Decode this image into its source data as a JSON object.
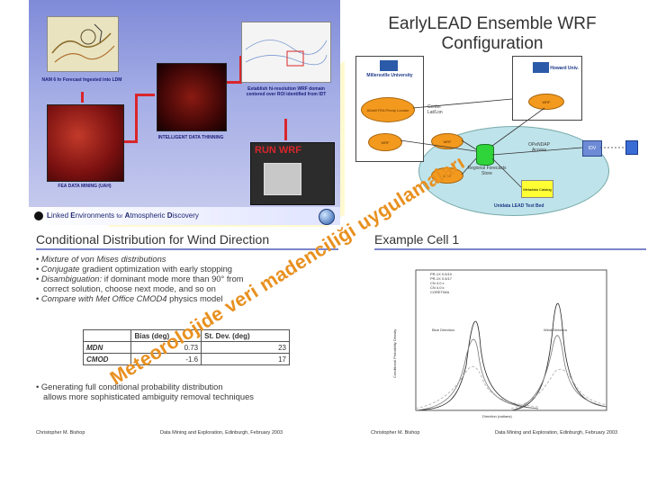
{
  "slide_lead": {
    "caption_nam": "NAM 6 hr Forecast Ingested into LDM",
    "caption_fea": "FEA DATA MINING (UAH)",
    "caption_thin": "INTELLIGENT DATA THINNING",
    "caption_establish": "Establish hi-resolution WRF domain centered over ROI identified from IDT",
    "run_wrf": "RUN WRF",
    "footer_l": "L",
    "footer_inked": "inked ",
    "footer_e": "E",
    "footer_nvironments": "nvironments ",
    "footer_for": "for",
    "footer_a": "A",
    "footer_tmospheric": "tmospheric ",
    "footer_d": "D",
    "footer_iscovery": "iscovery"
  },
  "slide_wrf": {
    "title_line1": "EarlyLEAD Ensemble WRF",
    "title_line2": "Configuration",
    "millersville": "Millersville University",
    "howard": "Howard Univ.",
    "adam_fea": "ADaM FEA Precip Locator",
    "wrf_label": "WRF",
    "center_list": "Center Lat/Lon",
    "regional_store": "Regional Forecasts Store",
    "opendap": "OPeNDAP Access",
    "metadata_catalog": "Metadata Catalog",
    "idv": "IDV",
    "unidata": "Unidata LEAD Test Bed"
  },
  "slide_cond": {
    "title": "Conditional Distribution for Wind Direction",
    "b1": "Mixture of von Mises distributions",
    "b2_em": "Conjugate",
    "b2_rest": " gradient optimization with early stopping",
    "b3_em": "Disambiguation:",
    "b3_rest": " if dominant mode more than 90° from",
    "b3_line2": "correct solution, choose next mode, and so on",
    "b4_em": "Compare with Met Office CMOD4",
    "b4_rest": " physics model",
    "table_header": [
      "",
      "Bias (deg)",
      "St. Dev. (deg)"
    ],
    "table_rows": [
      [
        "MDN",
        "0.73",
        "23"
      ],
      [
        "CMOD",
        "-1.6",
        "17"
      ]
    ],
    "b5_line1": "Generating full conditional probability distribution",
    "b5_line2": "allows more sophisticated ambiguity removal techniques",
    "footer_author": "Christopher M. Bishop",
    "footer_event": "Data Mining and Exploration, Edinburgh, February 2003"
  },
  "slide_cell": {
    "title": "Example Cell 1",
    "legend": [
      "PR-1X 0.5/10",
      "PR-1X 0.5/17",
      "CN 4.0 x",
      "CN 4.0 k",
      "CORETIMA"
    ],
    "xlabel": "Direction (radians)",
    "ylabel": "Conditional Probability Density",
    "annot_left": "Blue Direction",
    "annot_right": "Wind Direction",
    "footer_author": "Christopher M. Bishop",
    "footer_event": "Data Mining and Exploration, Edinburgh, February 2003"
  },
  "watermark": "Meteorolojide veri madenciliği uygulamaları",
  "colors": {
    "lead_blue": "#8e99dc",
    "accent_red": "#d9262a",
    "oval_orange": "#f39a1e",
    "watermark_orange": "#e8901f",
    "rule_purple": "#7d86c9"
  }
}
